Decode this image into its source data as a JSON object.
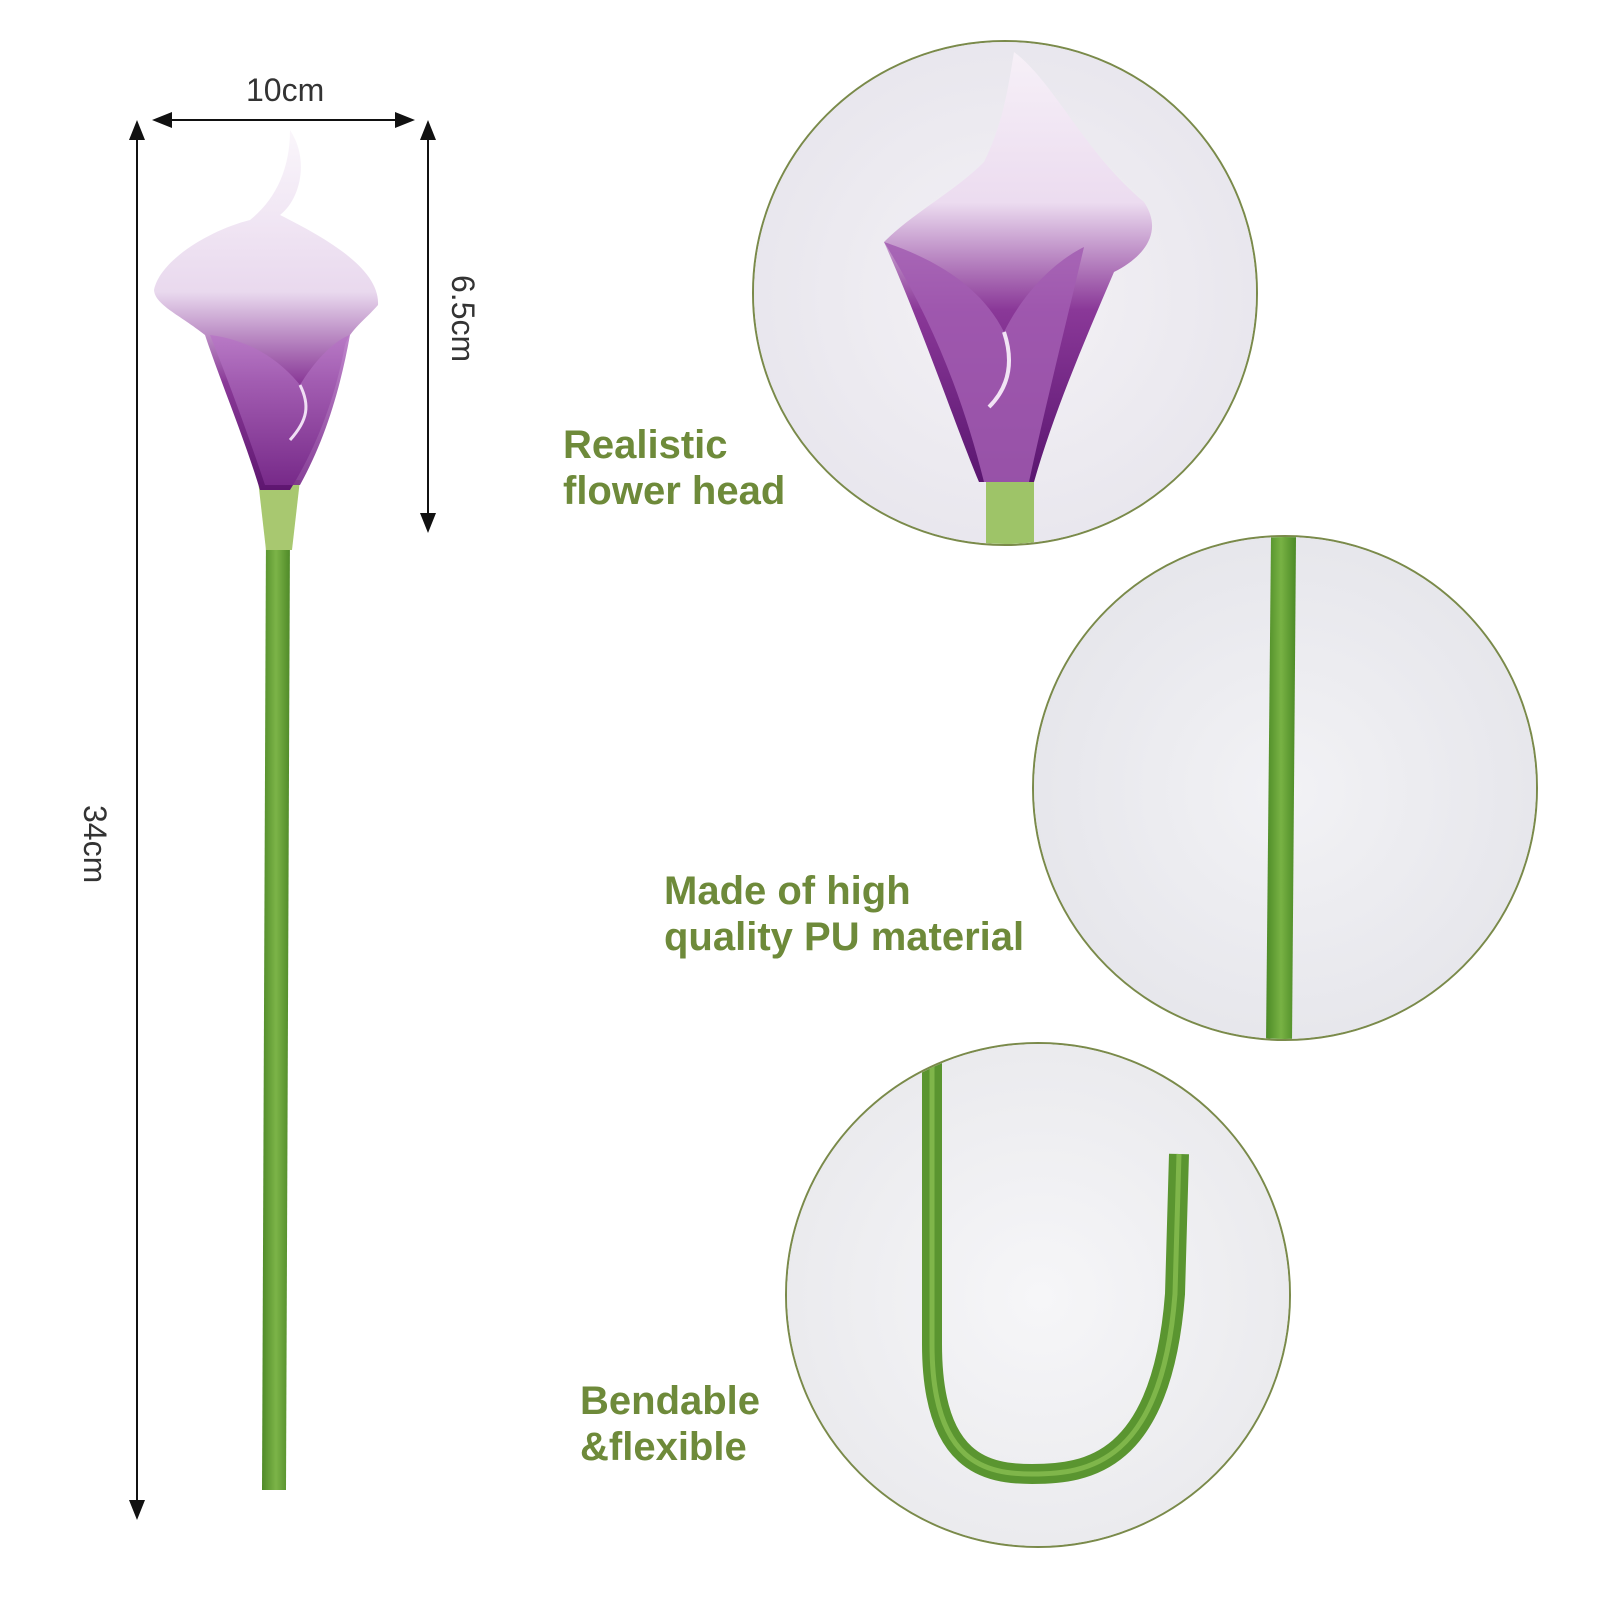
{
  "dimensions": {
    "width_label": "10cm",
    "head_height_label": "6.5cm",
    "total_height_label": "34cm"
  },
  "features": [
    {
      "line1": "Realistic",
      "line2": "flower head"
    },
    {
      "line1": "Made of high",
      "line2": "quality PU material"
    },
    {
      "line1": "Bendable",
      "line2": "&flexible"
    }
  ],
  "colors": {
    "accent_text": "#6e8a3a",
    "circle_border": "#7a8a4a",
    "stem_green": "#5f9a30",
    "petal_purple": "#7a2a8a",
    "petal_white": "#f4eef6"
  }
}
